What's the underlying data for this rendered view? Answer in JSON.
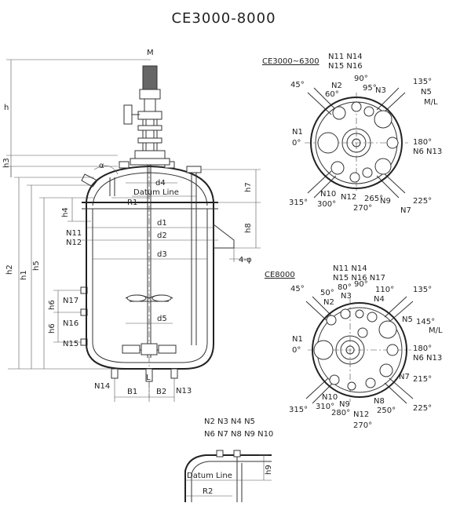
{
  "title": "CE3000-8000",
  "motor_label": "M",
  "datum_line": "Datum Line",
  "dimensions": {
    "h": "h",
    "h3": "h3",
    "h2": "h2",
    "h1": "h1",
    "h5": "h5",
    "h4": "h4",
    "h6a": "h6",
    "h6b": "h6",
    "h7": "h7",
    "h8": "h8",
    "h9": "h9",
    "d1": "d1",
    "d2": "d2",
    "d3": "d3",
    "d4": "d4",
    "d5": "d5",
    "R1": "R1",
    "R2": "R2",
    "B1": "B1",
    "B2": "B2",
    "L": "L",
    "alpha": "α",
    "lug": "4-φ"
  },
  "side_nozzles": {
    "n11": "N11",
    "n12": "N12",
    "n17": "N17",
    "n16": "N16",
    "n15": "N15",
    "n14": "N14",
    "n13": "N13"
  },
  "top_view_1": {
    "header": "CE3000~6300",
    "labels": {
      "a": "N11 N14",
      "b": "N15 N16",
      "c": "90°",
      "d": "45°",
      "e": "N2",
      "f": "60°",
      "g": "95°",
      "h": "N3",
      "i": "135°",
      "j": "N5",
      "k": "M/L",
      "l": "N1",
      "m": "0°",
      "n": "180°",
      "o": "N6 N13",
      "p": "N10",
      "q": "N12",
      "r": "265°",
      "s": "N9",
      "t": "225°",
      "u": "315°",
      "v": "300°",
      "w": "270°",
      "x": "N7"
    }
  },
  "top_view_2": {
    "header": "CE8000",
    "labels": {
      "a": "N11 N14",
      "b": "N15 N16 N17",
      "c": "80°",
      "d": "90°",
      "e": "45°",
      "f": "50°",
      "g": "N3",
      "h": "110°",
      "i": "135°",
      "j": "N2",
      "k": "N4",
      "l": "N5",
      "m": "145°",
      "n": "M/L",
      "o": "N1",
      "p": "0°",
      "q": "180°",
      "r": "N6 N13",
      "s": "N7",
      "t": "215°",
      "u": "N10",
      "v": "N9",
      "w": "N8",
      "x": "310°",
      "y": "280°",
      "z": "250°",
      "aa": "225°",
      "ab": "315°",
      "ac": "N12",
      "ad": "270°"
    }
  },
  "detail": {
    "line1": "N2 N3 N4 N5",
    "line2": "N6 N7 N8 N9 N10",
    "datum_line": "Datum Line",
    "h9": "h9",
    "R2": "R2"
  }
}
